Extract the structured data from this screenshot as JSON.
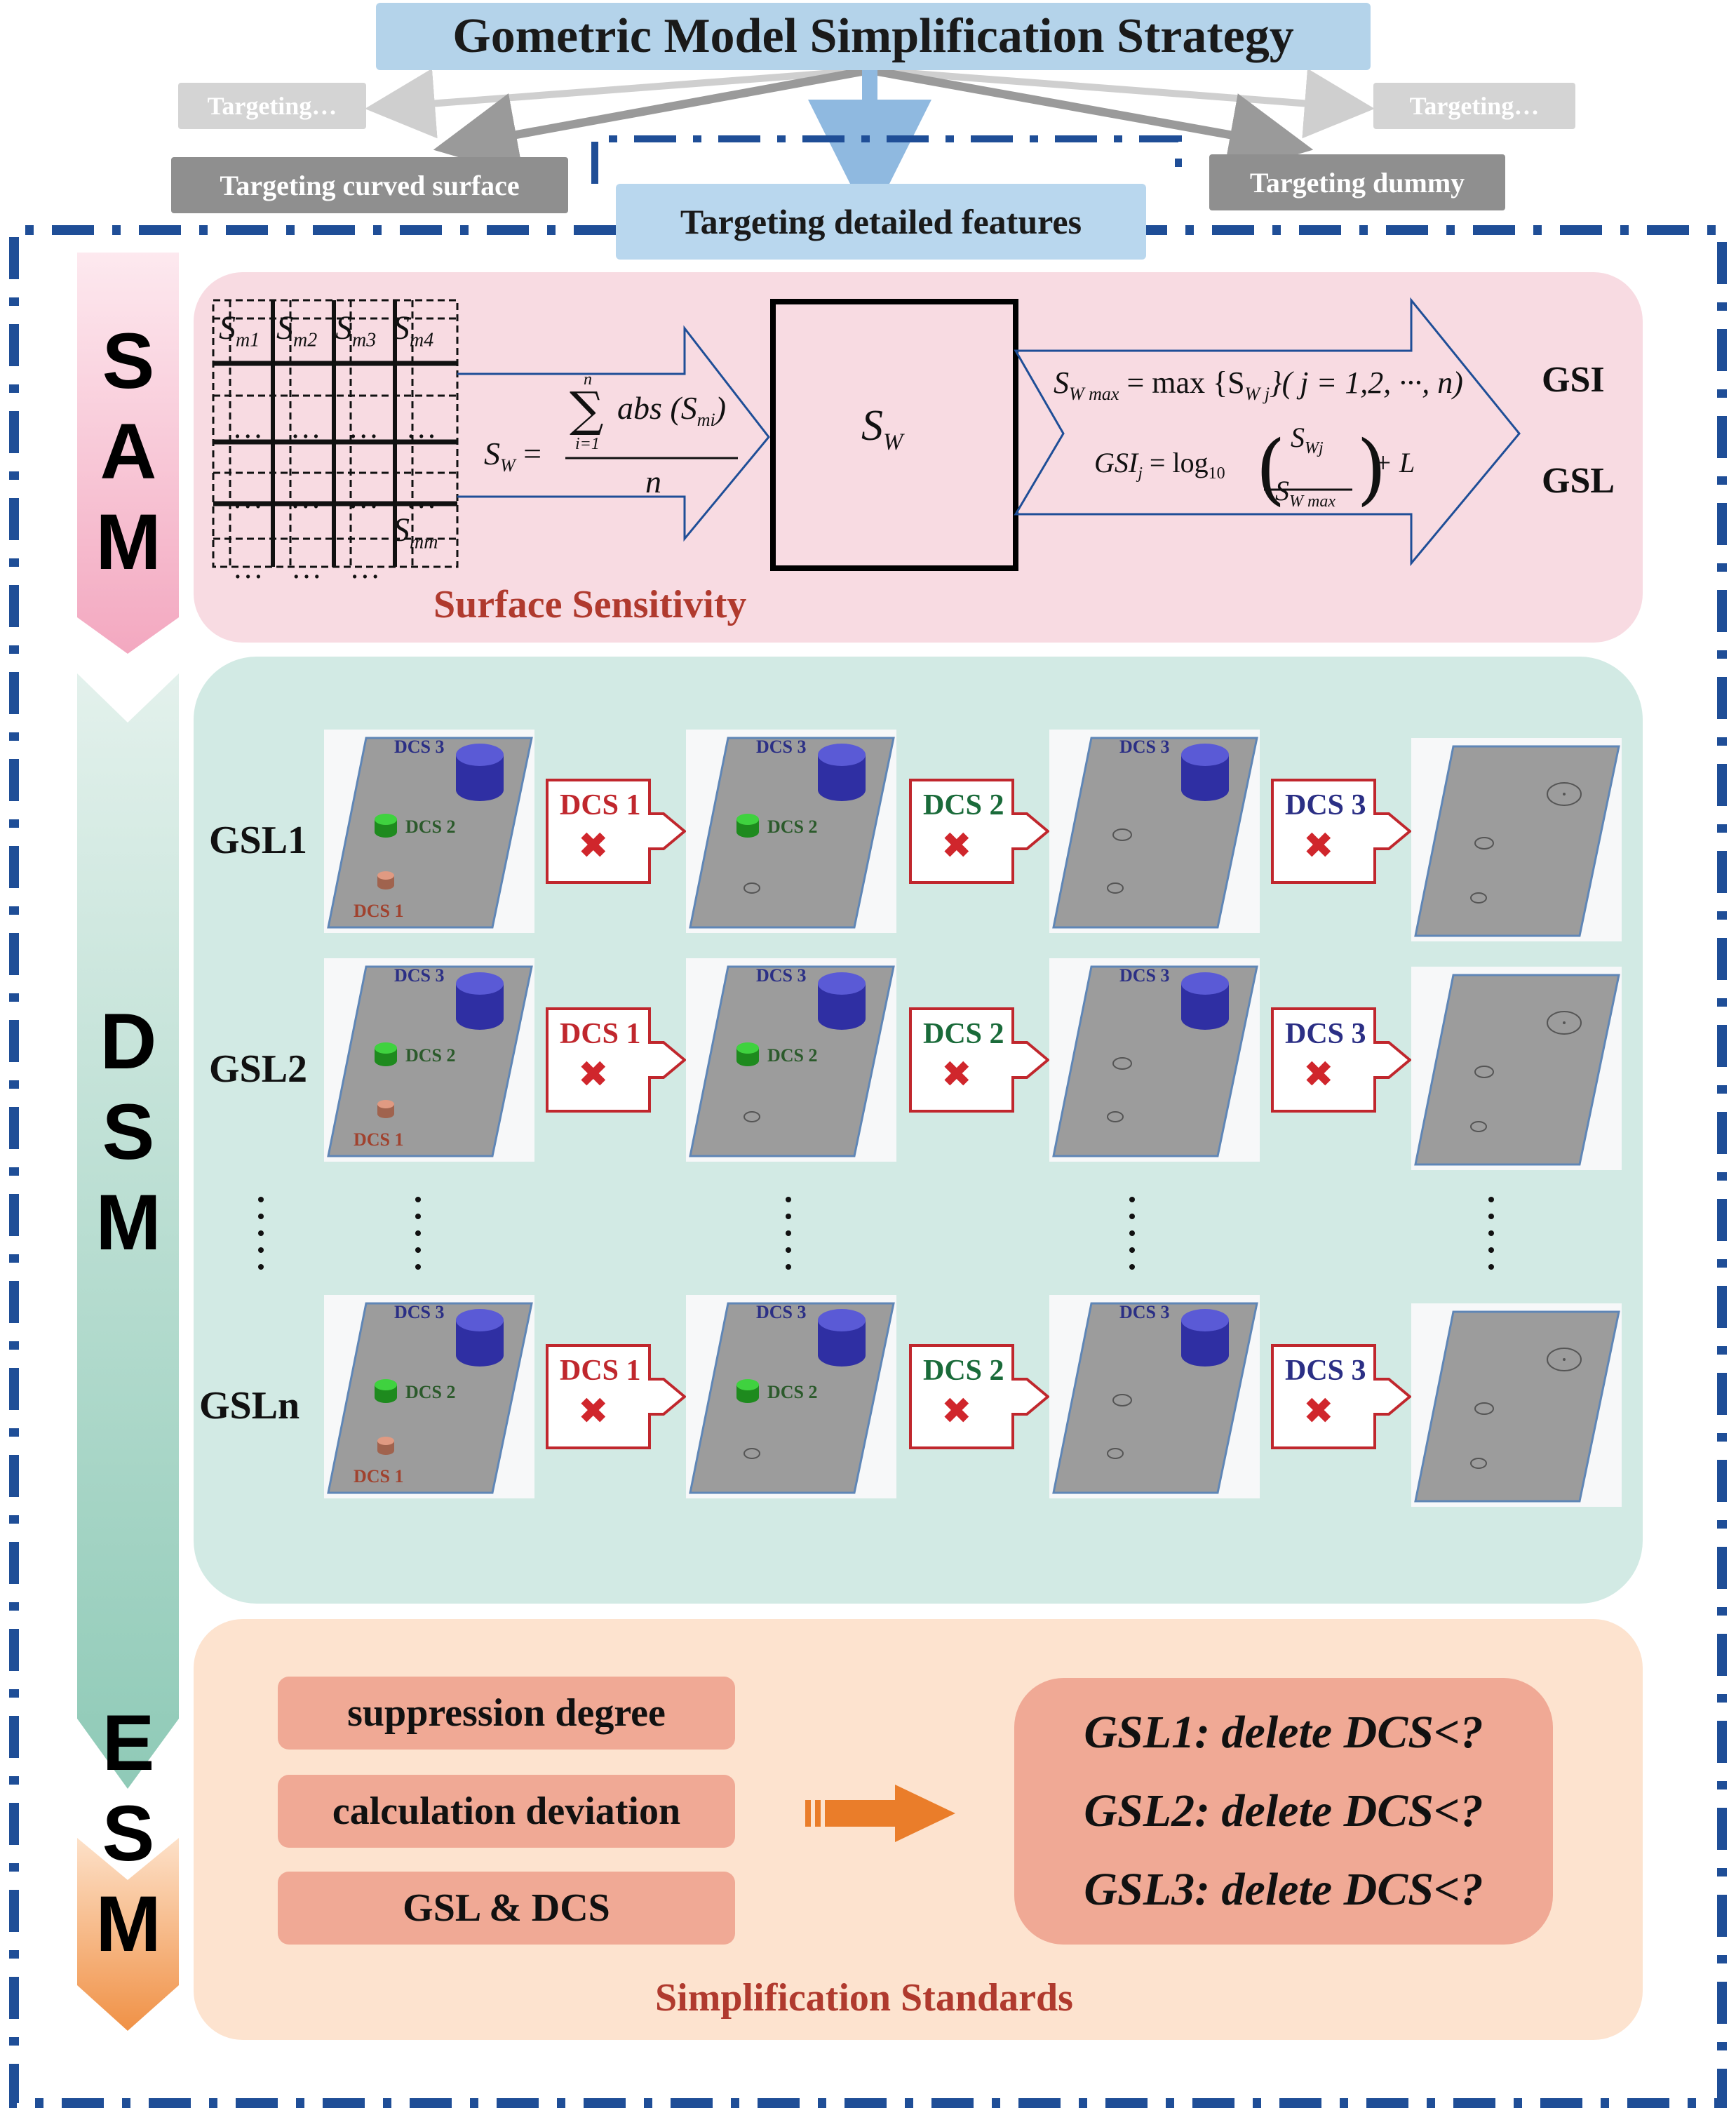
{
  "title": "Gometric Model Simplification Strategy",
  "targets": {
    "main": "Targeting detailed features",
    "curved": "Targeting curved surface",
    "dummy": "Targeting dummy",
    "left_faded": "Targeting…",
    "right_faded": "Targeting…"
  },
  "colors": {
    "title_fill": "#b4d3ea",
    "sam_panel": "#f8dbe2",
    "dsm_panel": "#d2eae4",
    "esm_panel": "#fde3cf",
    "dash_border": "#1f4e97",
    "caption_red": "#b03a2e",
    "cross": "#d0262c",
    "arrow_orange": "#ea7d2a"
  },
  "sam": {
    "letters": [
      "S",
      "A",
      "M"
    ],
    "grid_cells": [
      "S",
      "m1",
      "S",
      "m2",
      "S",
      "m3",
      "S",
      "m4",
      "S",
      "mm"
    ],
    "ellipsis": "…",
    "formula_sw": {
      "lhs": "S",
      "lhs_sub": "W",
      "eq": "=",
      "sum": "∑",
      "sum_top": "n",
      "sum_bottom": "i=1",
      "body": "abs (S",
      "body_sub": "mi",
      "body_close": ")",
      "denominator": "n"
    },
    "sw_box": {
      "main": "S",
      "sub": "W"
    },
    "formula_max": {
      "lhs": "S",
      "lhs_sub": "W max",
      "rhs": "= max {S",
      "rhs_sub": "W j",
      "rhs_tail": "}( j = 1,2, ···, n)"
    },
    "formula_gsi": {
      "lhs": "GSI",
      "lhs_sub": "j",
      "rhs": "= log",
      "rhs_sub": "10",
      "num": "S",
      "num_sub": "Wj",
      "den": "S",
      "den_sub": "W max",
      "tail": "+ L"
    },
    "outputs": [
      "GSI",
      "GSL"
    ],
    "caption": "Surface Sensitivity"
  },
  "dsm": {
    "letters": [
      "D",
      "S",
      "M"
    ],
    "rows": [
      {
        "label": "GSL1"
      },
      {
        "label": "GSL2"
      },
      {
        "label": "GSLn"
      }
    ],
    "model_labels": {
      "dcs1": "DCS 1",
      "dcs2": "DCS 2",
      "dcs3": "DCS 3"
    },
    "steps": [
      "DCS 1",
      "DCS 2",
      "DCS 3"
    ],
    "cross": "✖",
    "step_colors": [
      "#c0272d",
      "#1a6b3a",
      "#2b2f85"
    ]
  },
  "esm": {
    "letters": [
      "E",
      "S",
      "M"
    ],
    "criteria": [
      "suppression degree",
      "calculation deviation",
      "GSL & DCS"
    ],
    "results": [
      "GSL1: delete DCS<?",
      "GSL2: delete DCS<?",
      "GSL3: delete DCS<?"
    ],
    "caption": "Simplification Standards"
  }
}
